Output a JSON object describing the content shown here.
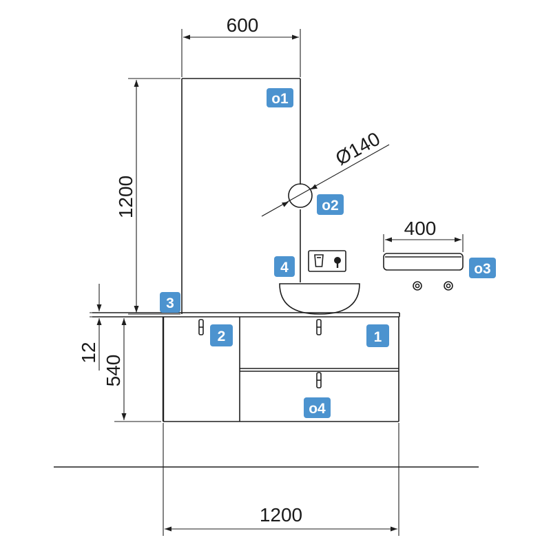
{
  "dimensions": {
    "mirror_width": "600",
    "mirror_height": "1200",
    "light_diameter": "Ø140",
    "shelf_width": "400",
    "top_thickness": "12",
    "cabinet_height": "540",
    "total_width": "1200"
  },
  "tags": {
    "t1": "1",
    "t2": "2",
    "t3": "3",
    "t4": "4",
    "o1": "o1",
    "o2": "o2",
    "o3": "o3",
    "o4": "o4"
  },
  "colors": {
    "tag_fill": "#4c93cf",
    "line": "#1e1e1e"
  }
}
